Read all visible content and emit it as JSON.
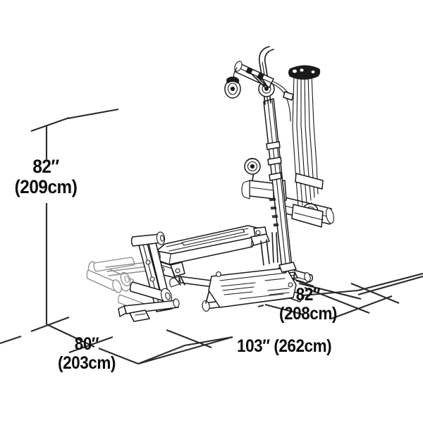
{
  "diagram": {
    "title": "Home Gym Assembled Dimensions Diagram",
    "type": "isometric-technical-line-drawing",
    "subject": "home gym / resistance-rod strength machine",
    "background_color": "#ffffff",
    "line_color": "#1a1a1a",
    "hidden_line_color": "#8c8c8c",
    "label_color": "#0d0d0d"
  },
  "dimensions": {
    "height": {
      "name": "overall-height",
      "inches": "82″",
      "metric": "(209cm)",
      "inch_value": 82,
      "cm_value": 209,
      "orientation": "vertical",
      "side": "left"
    },
    "depth": {
      "name": "overall-depth",
      "inches": "82″",
      "metric": "(208cm)",
      "inch_value": 82,
      "cm_value": 208,
      "orientation": "diagonal-right",
      "side": "right"
    },
    "width": {
      "name": "overall-width",
      "inches": "80″",
      "metric": "(203cm)",
      "inch_value": 80,
      "cm_value": 203,
      "orientation": "diagonal-left",
      "side": "bottom-left"
    },
    "length": {
      "name": "overall-length",
      "inches": "103″",
      "metric": "(262cm)",
      "inch_value": 103,
      "cm_value": 262,
      "orientation": "diagonal-right",
      "side": "bottom-right",
      "inline_text": "103″ (262cm)"
    }
  },
  "machine_parts": [
    {
      "name": "lat-pulley-tower",
      "label": "lat tower with hanging pulley"
    },
    {
      "name": "angled-upper-arm",
      "label": "angled upper lat bar arm"
    },
    {
      "name": "power-rod-cluster",
      "label": "vertical resistance rod bundle"
    },
    {
      "name": "rod-cap",
      "label": "resistance rod top cap"
    },
    {
      "name": "main-mast",
      "label": "vertical main upright mast"
    },
    {
      "name": "crossbar-pulleys",
      "label": "horizontal crossbar with two cable pulleys"
    },
    {
      "name": "bench-pad",
      "label": "inclined padded bench seat"
    },
    {
      "name": "leg-developer-rollers",
      "label": "leg developer with foam rollers"
    },
    {
      "name": "base-frame",
      "label": "lower base frame rails"
    },
    {
      "name": "foot-platform",
      "label": "molded foot platform with tread lines"
    }
  ]
}
